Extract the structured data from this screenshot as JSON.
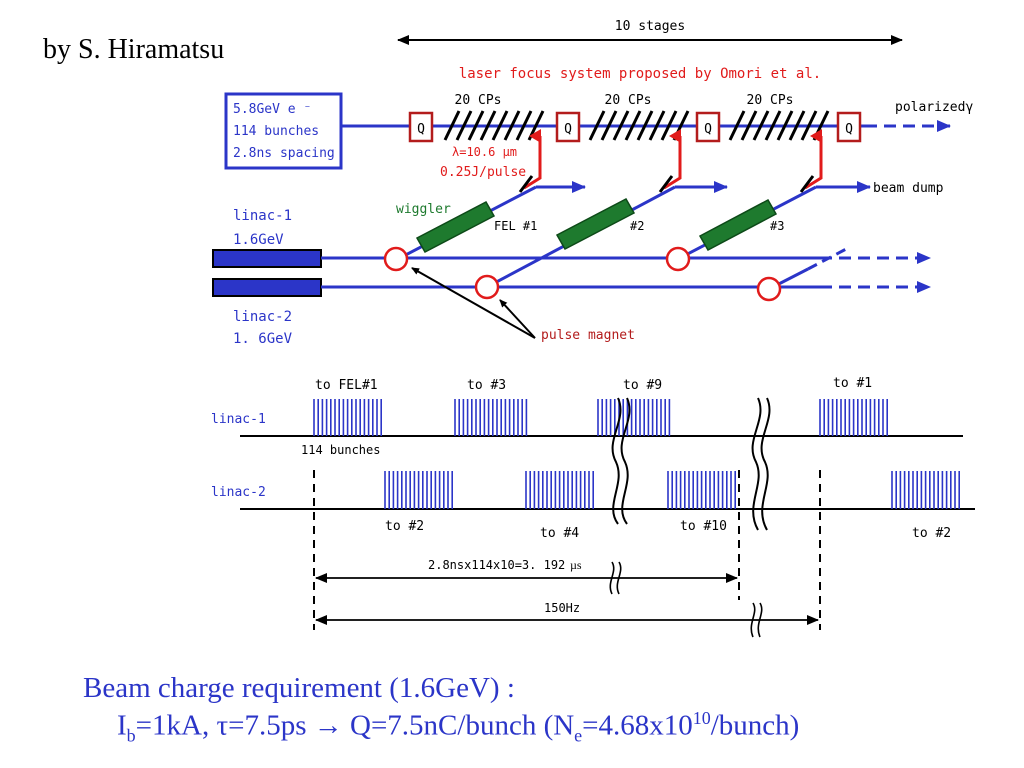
{
  "author": "by S. Hiramatsu",
  "diagram": {
    "stages_label": "10 stages",
    "laser_system_label": "laser focus system proposed by Omori et al.",
    "cp_label": "20 CPs",
    "quad_label": "Q",
    "beam_box": [
      "5.8GeV e ⁻",
      "114 bunches",
      "2.8ns spacing"
    ],
    "polarized_label": "polarizedγ",
    "laser_params": [
      "λ=10.6 µm",
      "0.25J/pulse"
    ],
    "beam_dump_label": "beam dump",
    "wiggler_label": "wiggler",
    "fel_labels": [
      "FEL #1",
      "#2",
      "#3"
    ],
    "linac1_label": [
      "linac-1",
      "1.6GeV"
    ],
    "linac2_label": [
      "linac-2",
      "1. 6GeV"
    ],
    "pulse_magnet_label": "pulse magnet",
    "colors": {
      "blue": "#2b35c8",
      "red": "#e11b1b",
      "dark_red": "#b31c1c",
      "green": "#1e7a2e",
      "black": "#000000"
    }
  },
  "timing": {
    "linac1_row_label": "linac-1",
    "linac2_row_label": "linac-2",
    "top_targets": [
      "to FEL#1",
      "to #3",
      "to #9",
      "to #1"
    ],
    "bottom_targets": [
      "to #2",
      "to #4",
      "to #10",
      "to #2"
    ],
    "bunches_label": "114 bunches",
    "period_label": "2.8nsx114x10=3. 192",
    "period_unit": "µs",
    "rep_rate_label": "150Hz"
  },
  "requirement": {
    "line1": "Beam charge requirement (1.6GeV) :",
    "line2": {
      "ib": "I",
      "ib_sub": "b",
      "rest1": "=1kA, τ=7.5ps → Q=7.5nC/bunch (N",
      "ne_sub": "e",
      "rest2": "=4.68x10",
      "exp": "10",
      "rest3": "/bunch)"
    }
  }
}
